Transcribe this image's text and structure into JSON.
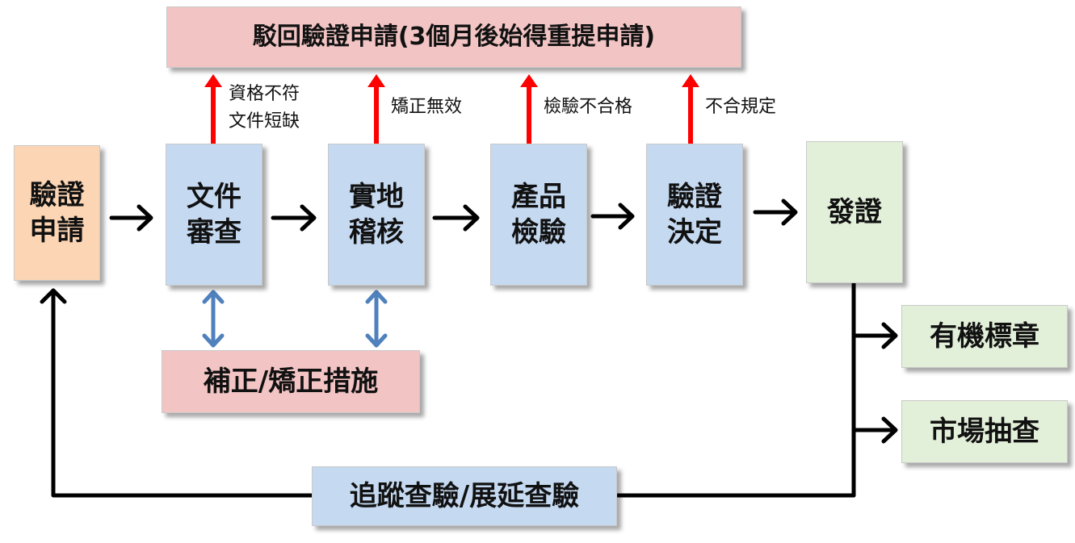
{
  "reject_box": "駁回驗證申請(3個月後始得重提申請)",
  "steps": {
    "apply": "驗證\n申請",
    "doc_review": "文件\n審查",
    "site_audit": "實地\n稽核",
    "product_test": "產品\n檢驗",
    "decision": "驗證\n決定",
    "issue": "發證"
  },
  "reject_reasons": {
    "doc_review": "資格不符\n文件短缺",
    "site_audit": "矯正無效",
    "product_test": "檢驗不合格",
    "decision": "不合規定"
  },
  "corrective_box": "補正/矯正措施",
  "outputs": {
    "organic_label": "有機標章",
    "market_check": "市場抽查"
  },
  "followup_box": "追蹤查驗/展延查驗",
  "colors": {
    "orange_box": "#fcd5b4",
    "blue_box": "#c5d9f1",
    "pink_box": "#f2c4c4",
    "green_box": "#e2efd9",
    "reject_arrow": "#ff0000",
    "corrective_arrow": "#4f81bd",
    "flow_arrow": "#000000"
  }
}
